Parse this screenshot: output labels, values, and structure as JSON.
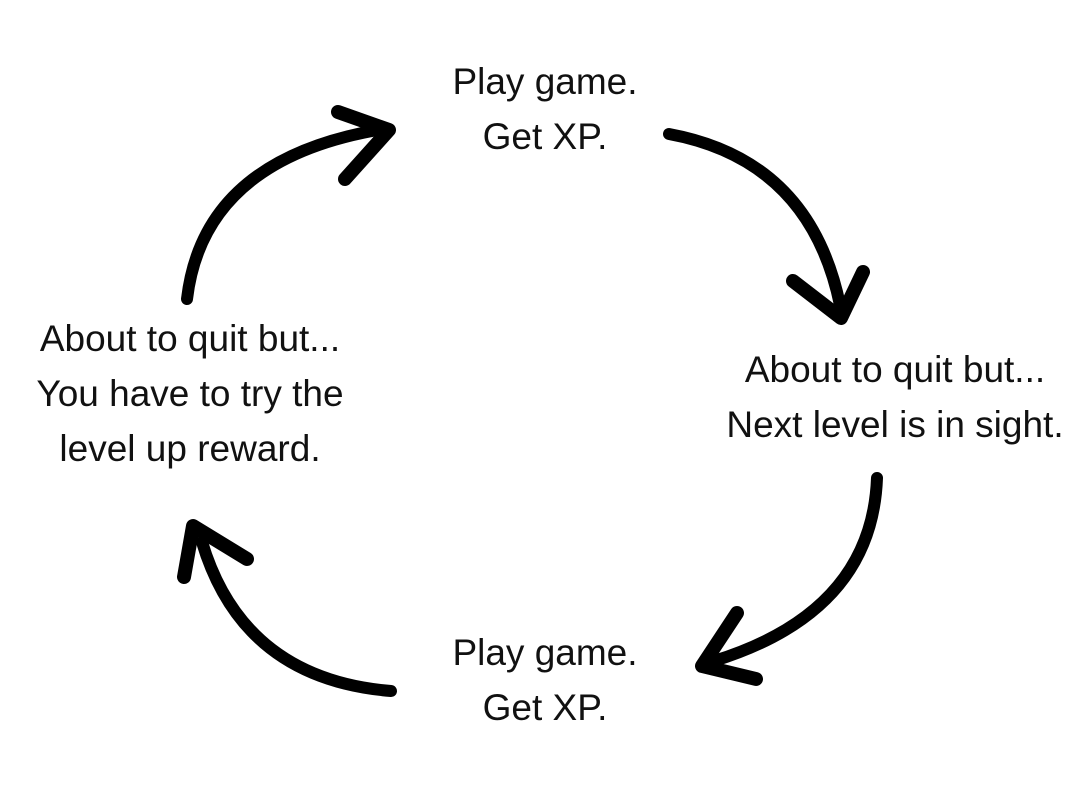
{
  "canvas": {
    "background_color": "#ffffff",
    "ink_color": "#000000",
    "text_color": "#111111"
  },
  "diagram": {
    "type": "cycle",
    "direction": "clockwise",
    "nodes": {
      "top": {
        "lines": [
          "Play game.",
          "Get XP."
        ]
      },
      "right": {
        "lines": [
          "About to quit but...",
          "Next level is in sight."
        ]
      },
      "bottom": {
        "lines": [
          "Play game.",
          "Get XP."
        ]
      },
      "left": {
        "lines": [
          "About to quit but...",
          "You have to try the",
          "level up reward."
        ]
      }
    },
    "arrows": [
      {
        "name": "arrow-left-to-top",
        "from": "left",
        "to": "top",
        "style": "hand-drawn curved"
      },
      {
        "name": "arrow-top-to-right",
        "from": "top",
        "to": "right",
        "style": "hand-drawn curved"
      },
      {
        "name": "arrow-right-to-bottom",
        "from": "right",
        "to": "bottom",
        "style": "hand-drawn curved"
      },
      {
        "name": "arrow-bottom-to-left",
        "from": "bottom",
        "to": "left",
        "style": "hand-drawn curved"
      }
    ]
  }
}
